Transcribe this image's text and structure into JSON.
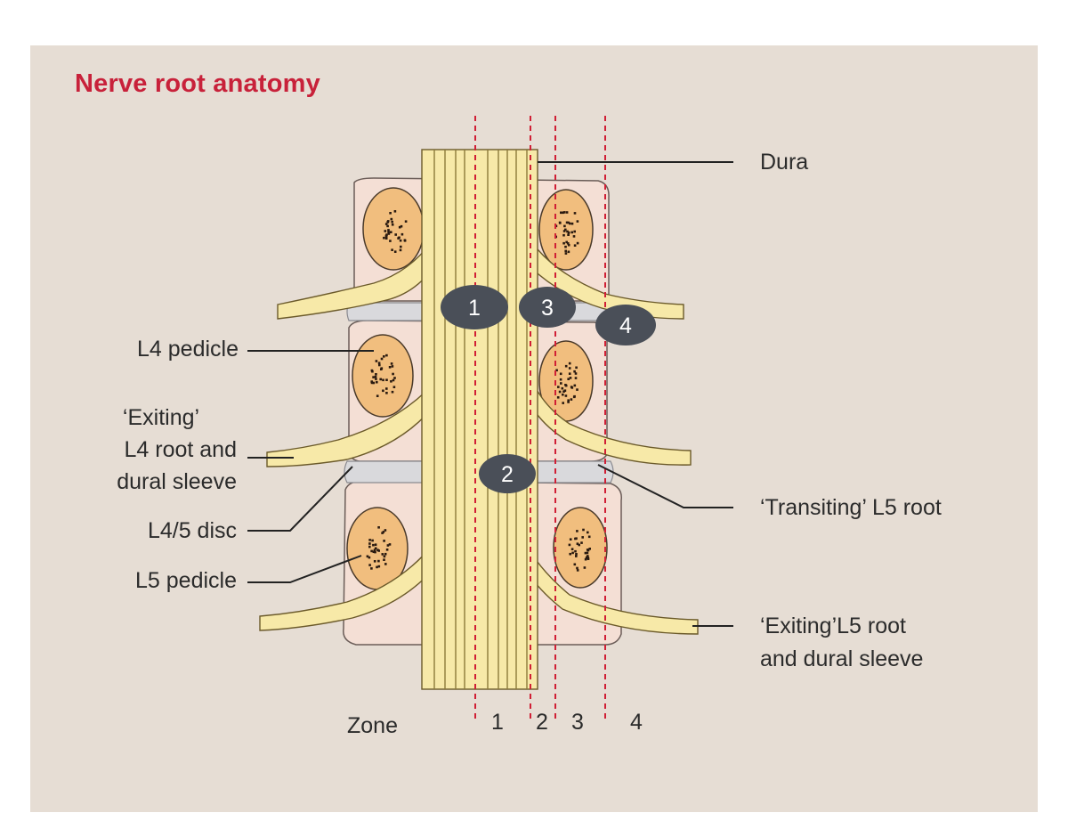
{
  "title": "Nerve root anatomy",
  "labels": {
    "dura": "Dura",
    "l4_pedicle": "L4  pedicle",
    "exiting_l4_line1": "‘Exiting’",
    "exiting_l4_line2": "L4  root  and",
    "exiting_l4_line3": "dural  sleeve",
    "l45_disc": "L4/5  disc",
    "l5_pedicle": "L5  pedicle",
    "transiting_l5": "‘Transiting’  L5  root",
    "exiting_l5_line1": "‘Exiting’L5  root",
    "exiting_l5_line2": "and  dural  sleeve"
  },
  "zones": {
    "label": "Zone",
    "numbers": [
      "1",
      "2",
      "3",
      "4"
    ]
  },
  "markers": [
    "1",
    "2",
    "3",
    "4"
  ],
  "colors": {
    "title": "#c8213a",
    "background": "#e6ddd4",
    "vertebra": "#f4dfd5",
    "pedicle": "#f1be7e",
    "nerve": "#f7e9a8",
    "disc": "#d9d9dc",
    "zone_line": "#d01f35",
    "marker": "#4a4f58"
  }
}
